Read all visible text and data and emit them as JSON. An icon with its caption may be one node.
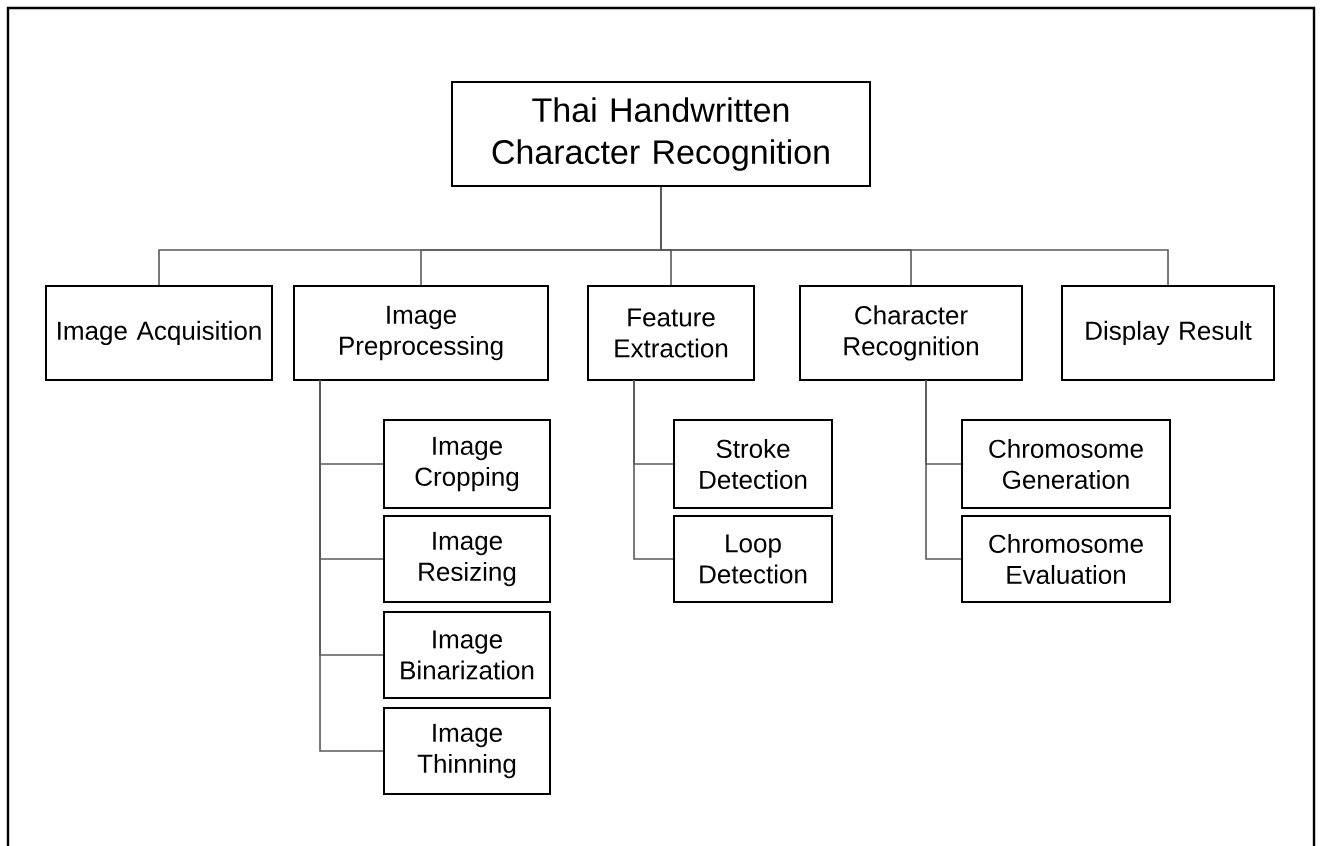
{
  "diagram": {
    "nodes": [
      {
        "text": [
          "Thai Handwritten Character Recognition"
        ]
      },
      {
        "text": [
          "Image Acquisition"
        ]
      },
      {
        "text": [
          "Image Preprocessing"
        ]
      },
      {
        "text": [
          "Feature Extraction"
        ]
      },
      {
        "text": [
          "Character Recognition"
        ]
      },
      {
        "text": [
          "Display Result"
        ]
      },
      {
        "text": [
          "Image Cropping"
        ]
      },
      {
        "text": [
          "Image Resizing"
        ]
      },
      {
        "text": [
          "Image Binarization"
        ]
      },
      {
        "text": [
          "Image Thinning"
        ]
      },
      {
        "text": [
          "Stroke Detection"
        ]
      },
      {
        "text": [
          "Loop Detection"
        ]
      },
      {
        "text": [
          "Chromosome Generation"
        ]
      },
      {
        "text": [
          "Chromosome Evaluation"
        ]
      }
    ],
    "edges": [
      {
        "from": 0,
        "to": 1,
        "arrow": "none"
      },
      {
        "from": 0,
        "to": 2,
        "arrow": "none"
      },
      {
        "from": 0,
        "to": 3,
        "arrow": "none"
      },
      {
        "from": 0,
        "to": 4,
        "arrow": "none"
      },
      {
        "from": 0,
        "to": 5,
        "arrow": "none"
      },
      {
        "from": 2,
        "to": 6,
        "arrow": "none"
      },
      {
        "from": 2,
        "to": 7,
        "arrow": "none"
      },
      {
        "from": 2,
        "to": 8,
        "arrow": "none"
      },
      {
        "from": 2,
        "to": 9,
        "arrow": "none"
      },
      {
        "from": 3,
        "to": 10,
        "arrow": "none"
      },
      {
        "from": 3,
        "to": 11,
        "arrow": "none"
      },
      {
        "from": 4,
        "to": 12,
        "arrow": "none"
      },
      {
        "from": 4,
        "to": 13,
        "arrow": "none"
      }
    ]
  }
}
